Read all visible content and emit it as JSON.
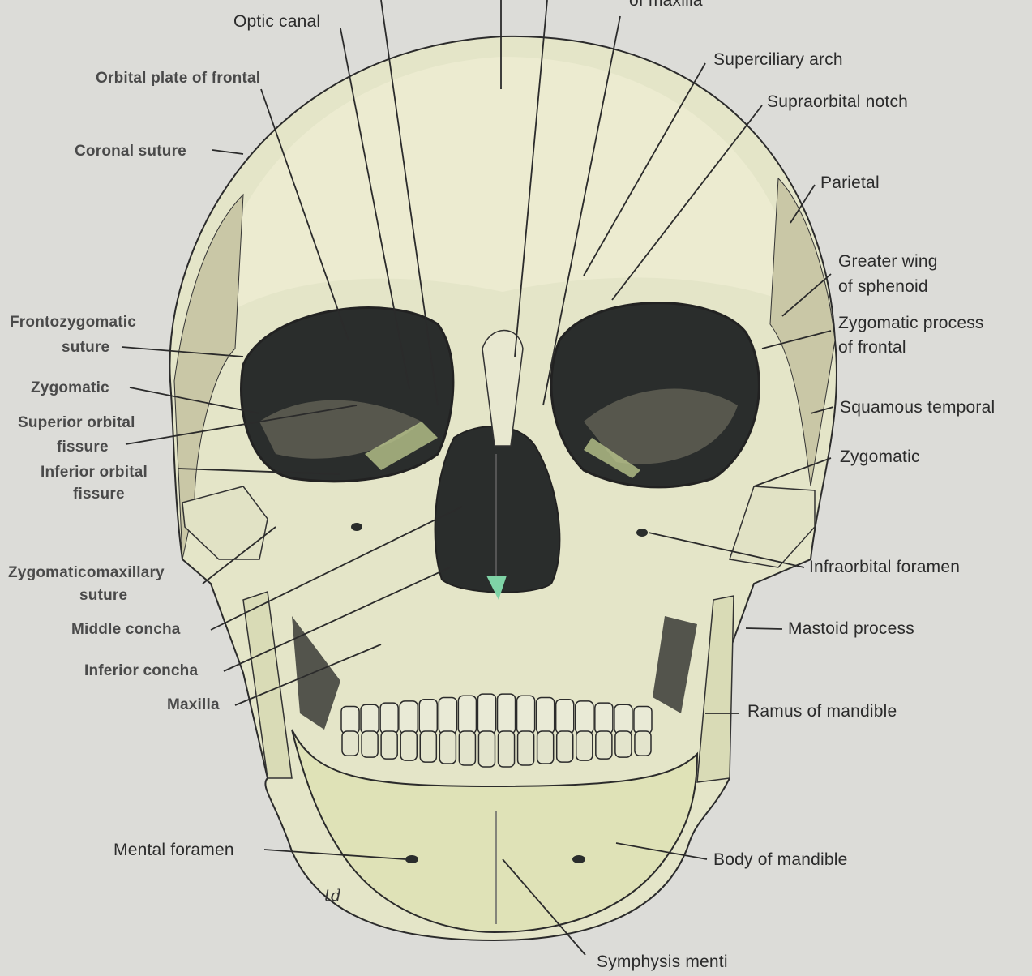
{
  "labels": {
    "top_cut": "of maxilla",
    "optic_canal": "Optic canal",
    "orbital_plate": "Orbital plate of frontal",
    "coronal_suture": "Coronal suture",
    "frontozygomatic_1": "Frontozygomatic",
    "frontozygomatic_2": "suture",
    "zygomatic_left": "Zygomatic",
    "superior_orbital_1": "Superior orbital",
    "superior_orbital_2": "fissure",
    "inferior_orbital_1": "Inferior orbital",
    "inferior_orbital_2": "fissure",
    "zygomaticomaxillary_1": "Zygomaticomaxillary",
    "zygomaticomaxillary_2": "suture",
    "middle_concha": "Middle concha",
    "inferior_concha": "Inferior concha",
    "maxilla": "Maxilla",
    "mental_foramen": "Mental foramen",
    "superciliary_arch": "Superciliary arch",
    "supraorbital_notch": "Supraorbital notch",
    "parietal": "Parietal",
    "greater_wing_1": "Greater wing",
    "greater_wing_2": "of sphenoid",
    "zygomatic_process_1": "Zygomatic process",
    "zygomatic_process_2": "of frontal",
    "squamous_temporal": "Squamous temporal",
    "zygomatic_right": "Zygomatic",
    "infraorbital_foramen": "Infraorbital foramen",
    "mastoid_process": "Mastoid process",
    "ramus_mandible": "Ramus of mandible",
    "body_mandible": "Body of mandible",
    "symphysis_menti": "Symphysis menti",
    "signature": "td"
  },
  "colors": {
    "background": "#dcdcd8",
    "bone": "#e6e6cf",
    "bone_shade": "#cfd0ac",
    "ink": "#2b2b2b",
    "cavity": "#2a2d2c",
    "accent_green": "#7fd3a6"
  }
}
